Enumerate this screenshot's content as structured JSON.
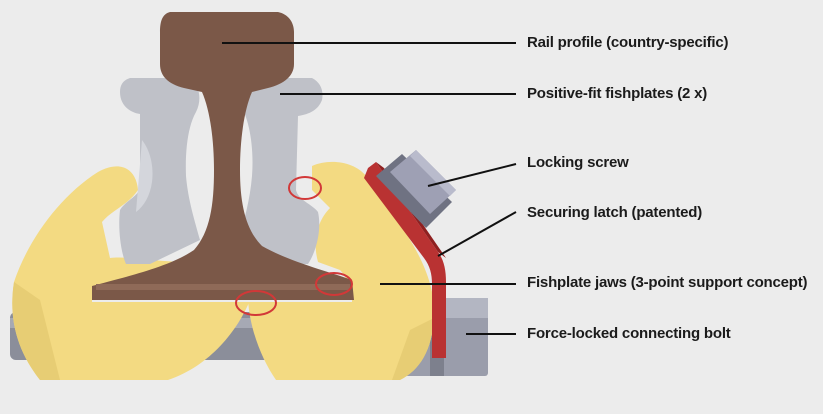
{
  "diagram": {
    "title": "Rail fishplate clamp assembly",
    "labels": {
      "rail_profile": "Rail profile (country-specific)",
      "fishplates": "Positive-fit fishplates (2 x)",
      "locking_screw": "Locking screw",
      "securing_latch": "Securing latch (patented)",
      "fishplate_jaws": "Fishplate jaws (3-point support concept)",
      "connecting_bolt": "Force-locked connecting bolt"
    },
    "colors": {
      "background": "#ececec",
      "rail": "#7b5848",
      "fishplate": "#bfc1c8",
      "jaw": "#f3da82",
      "latch": "#b93232",
      "bolt": "#8b8e9a",
      "screw": "#9ea0b4",
      "support_marker": "#d23838",
      "leader_line": "#111111"
    }
  }
}
